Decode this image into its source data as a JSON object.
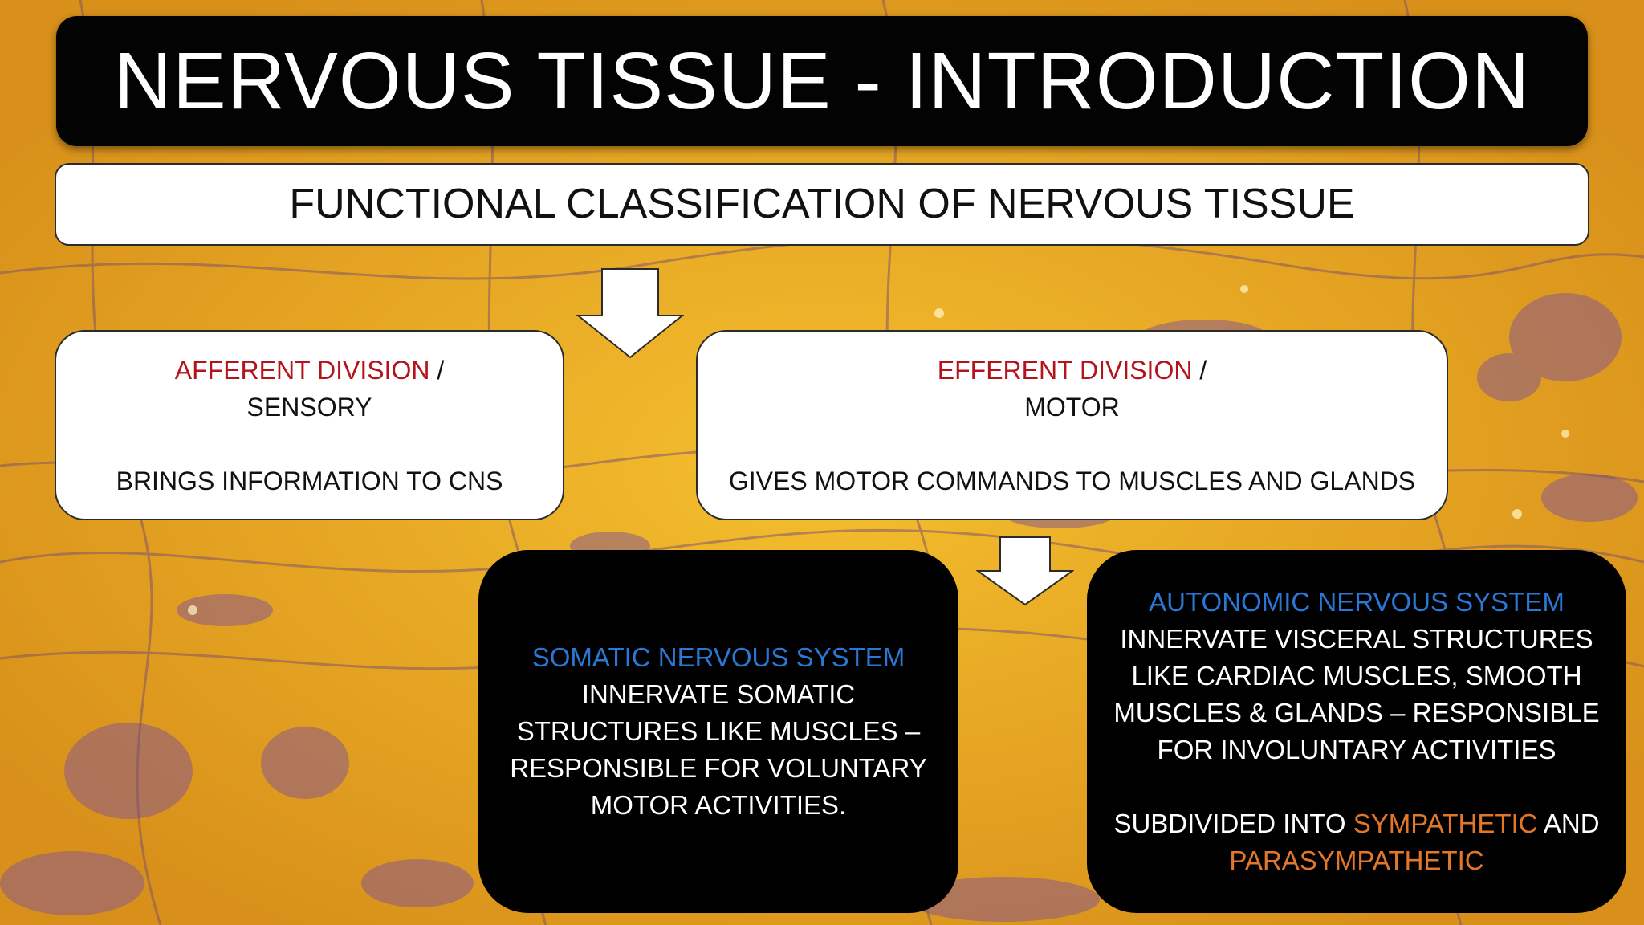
{
  "title": "NERVOUS TISSUE - INTRODUCTION",
  "subtitle": "FUNCTIONAL CLASSIFICATION OF NERVOUS TISSUE",
  "afferent": {
    "heading": "AFFERENT DIVISION",
    "slash": " /",
    "sub": "SENSORY",
    "desc": "BRINGS INFORMATION TO CNS"
  },
  "efferent": {
    "heading": "EFFERENT DIVISION",
    "slash": " /",
    "sub": "MOTOR",
    "desc": "GIVES MOTOR COMMANDS TO MUSCLES AND GLANDS"
  },
  "somatic": {
    "heading": "SOMATIC NERVOUS SYSTEM",
    "lines": [
      "INNERVATE SOMATIC",
      "STRUCTURES LIKE MUSCLES –",
      "RESPONSIBLE FOR VOLUNTARY",
      "MOTOR ACTIVITIES."
    ]
  },
  "autonomic": {
    "heading": "AUTONOMIC NERVOUS SYSTEM",
    "lines": [
      "INNERVATE VISCERAL STRUCTURES",
      "LIKE CARDIAC MUSCLES, SMOOTH",
      "MUSCLES & GLANDS – RESPONSIBLE",
      "FOR INVOLUNTARY ACTIVITIES"
    ],
    "subdivided_prefix": "SUBDIVIDED INTO ",
    "sympathetic": "SYMPATHETIC",
    "and": " AND",
    "parasympathetic": "PARASYMPATHETIC"
  },
  "colors": {
    "background": "#e7a41a",
    "afferent_efferent_heading": "#b3141c",
    "system_heading": "#2a78d6",
    "subdivision_highlight": "#e0772a"
  },
  "icons": [
    "down-arrow-icon",
    "down-arrow-icon"
  ]
}
